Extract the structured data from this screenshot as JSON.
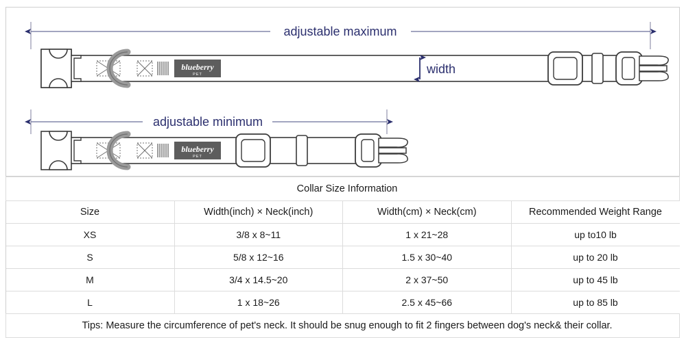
{
  "diagram": {
    "labels": {
      "adjustable_maximum": "adjustable maximum",
      "adjustable_minimum": "adjustable minimum",
      "width": "width"
    },
    "brand": {
      "name": "blueberry",
      "sub": "PET"
    },
    "colors": {
      "arrow": "#2b2f6e",
      "outline": "#3a3a3a",
      "hardware": "#9a9a9a",
      "patch": "#5d5d5d",
      "frame": "#cfcfcf"
    },
    "parts": {
      "female_buckle": "female-buckle",
      "male_buckle": "male-buckle",
      "d_ring": "d-ring",
      "slider": "slider-adjuster",
      "keeper": "keeper-loop",
      "strap": "collar-strap",
      "stitch": "stitch-box"
    }
  },
  "table": {
    "caption": "Collar Size Information",
    "columns": [
      "Size",
      "Width(inch)  ×  Neck(inch)",
      "Width(cm)  ×  Neck(cm)",
      "Recommended Weight Range"
    ],
    "rows": [
      {
        "size": "XS",
        "inch": "3/8 x 8~11",
        "cm": "1 x 21~28",
        "weight": "up to10 lb"
      },
      {
        "size": "S",
        "inch": "5/8 x 12~16",
        "cm": "1.5 x 30~40",
        "weight": "up to 20 lb"
      },
      {
        "size": "M",
        "inch": "3/4 x 14.5~20",
        "cm": "2 x 37~50",
        "weight": "up to 45 lb"
      },
      {
        "size": "L",
        "inch": "1 x 18~26",
        "cm": "2.5 x 45~66",
        "weight": "up to 85 lb"
      }
    ],
    "tips": "Tips: Measure the circumference of pet's neck. It should be snug enough to fit 2 fingers between dog's neck& their collar."
  }
}
